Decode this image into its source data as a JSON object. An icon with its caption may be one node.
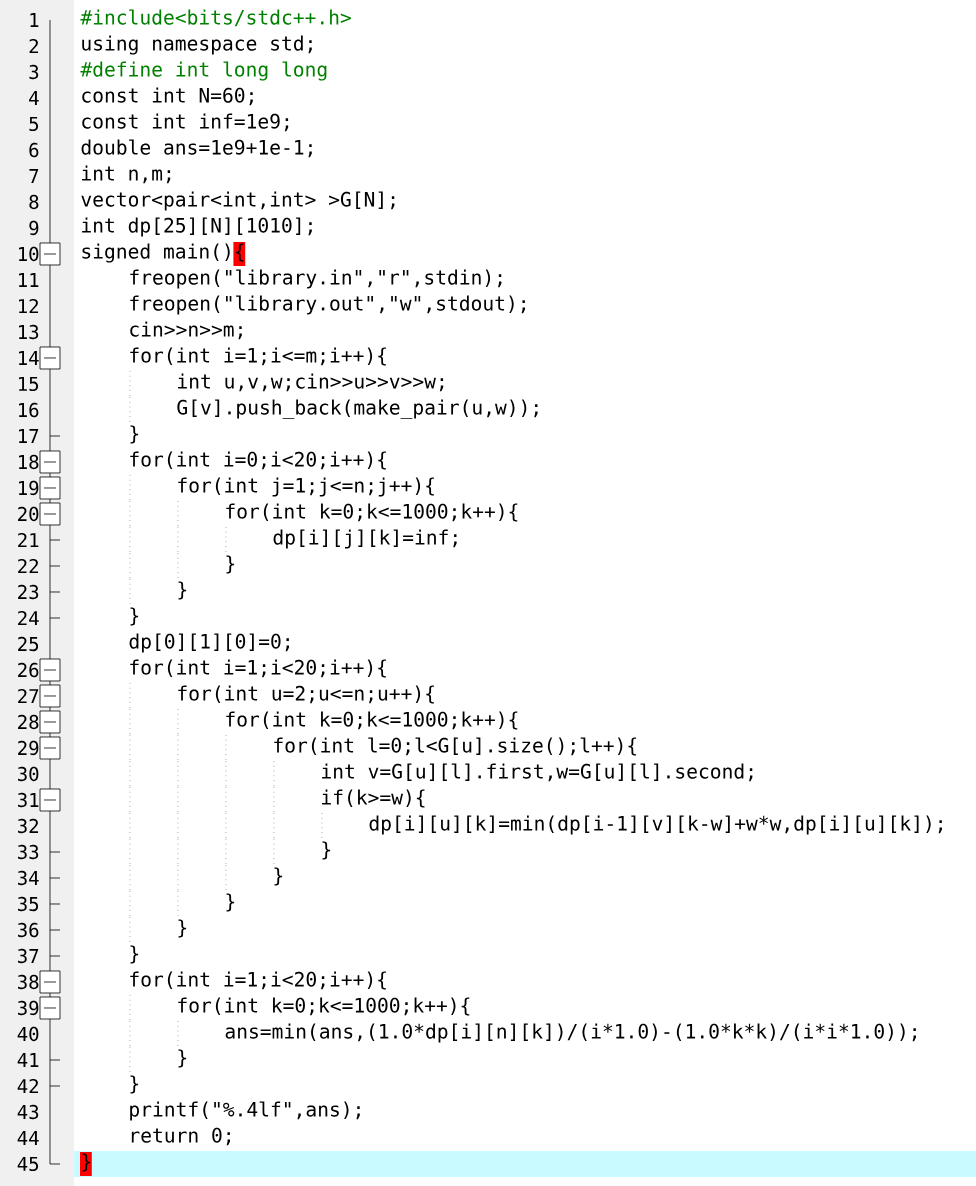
{
  "diagram": {
    "labels": [
      "1",
      "#include<bits/stdc++.h>",
      "2",
      "using namespace std;",
      "3",
      "#define int long long",
      "4",
      "const int N=60;",
      "5",
      "const int inf=1e9;",
      "6",
      "double ans=1e9+1e-1;",
      "7",
      "int n,m;",
      "8",
      "vector<pair<int,int> >G[N];",
      "9",
      "int dp[25][N][1010];",
      "10",
      "signed main(){",
      "11",
      "freopen(\"library.in\",\"r\",stdin);",
      "12",
      "freopen(\"library.out\",\"w\",stdout);",
      "13",
      "cin>>n>>m;",
      "14",
      "for(int i=1;i<=m;i++){",
      "15",
      "int u,v,w;cin>>u>>v>>w;",
      "16",
      "G[v].push_back(make_pair(u,w));",
      "17",
      "}",
      "18",
      "for(int i=0;i<20;i++){",
      "19",
      "for(int j=1;j<=n;j++){",
      "20",
      "for(int k=0;k<=1000;k++){",
      "21",
      "dp[i][j][k]=inf;",
      "22",
      "}",
      "23",
      "}",
      "24",
      "}",
      "25",
      "dp[0][1][0]=0;",
      "26",
      "for(int i=1;i<20;i++){",
      "27",
      "for(int u=2;u<=n;u++){",
      "28",
      "for(int k=0;k<=1000;k++){",
      "29",
      "for(int l=0;l<G[u].size();l++){",
      "30",
      "int v=G[u][l].first,w=G[u][l].second;",
      "31",
      "if(k>=w){",
      "32",
      "dp[i][u][k]=min(dp[i-1][v][k-w]+w*w,dp[i][u][k]);",
      "33",
      "}",
      "34",
      "}",
      "35",
      "}",
      "36",
      "}",
      "37",
      "}",
      "38",
      "for(int i=1;i<20;i++){",
      "39",
      "for(int k=0;k<=1000;k++){",
      "40",
      "ans=min(ans,(1.0*dp[i][n][k])/(i*1.0)-(1.0*k*k)/(i*i*1.0));",
      "41",
      "}",
      "42",
      "}",
      "43",
      "printf(\"%.4lf\",ans);",
      "44",
      "return 0;",
      "45",
      "}"
    ]
  }
}
